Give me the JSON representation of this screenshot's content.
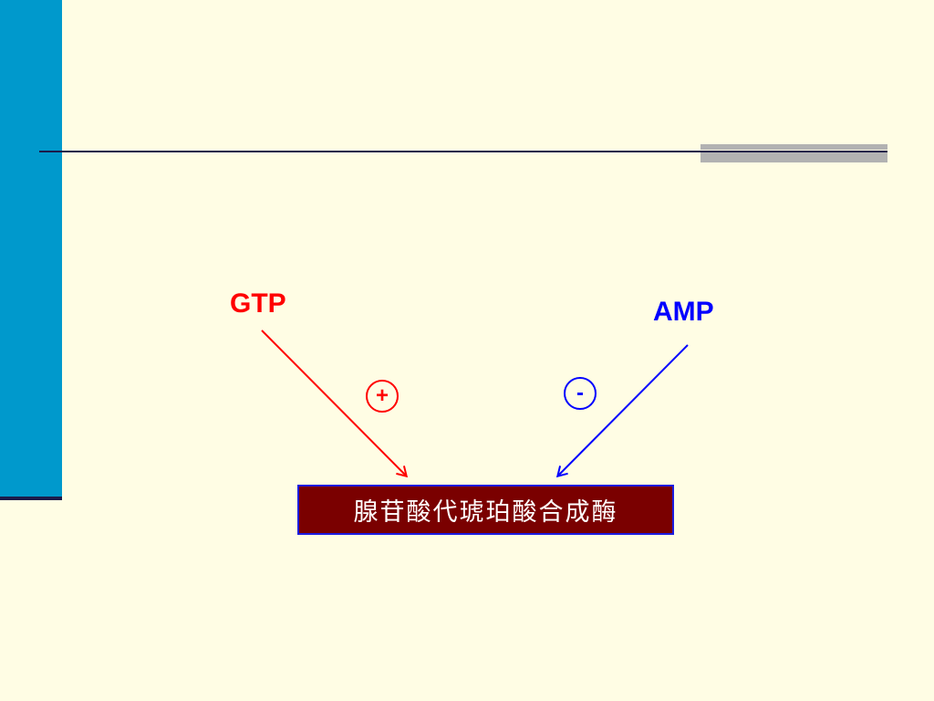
{
  "diagram": {
    "activator": {
      "label": "GTP",
      "color": "#FF0000"
    },
    "inhibitor": {
      "label": "AMP",
      "color": "#0000FF"
    },
    "activation_sign": "+",
    "inhibition_sign": "-",
    "target_enzyme": "腺苷酸代琥珀酸合成酶",
    "colors": {
      "background": "#FFFDE4",
      "left_bar": "#0099CC",
      "enzyme_box_fill": "#7A0000",
      "enzyme_box_border": "#1C1CE0",
      "rule_line": "#1B1B4A",
      "rule_accent": "#B2B2B2"
    }
  }
}
